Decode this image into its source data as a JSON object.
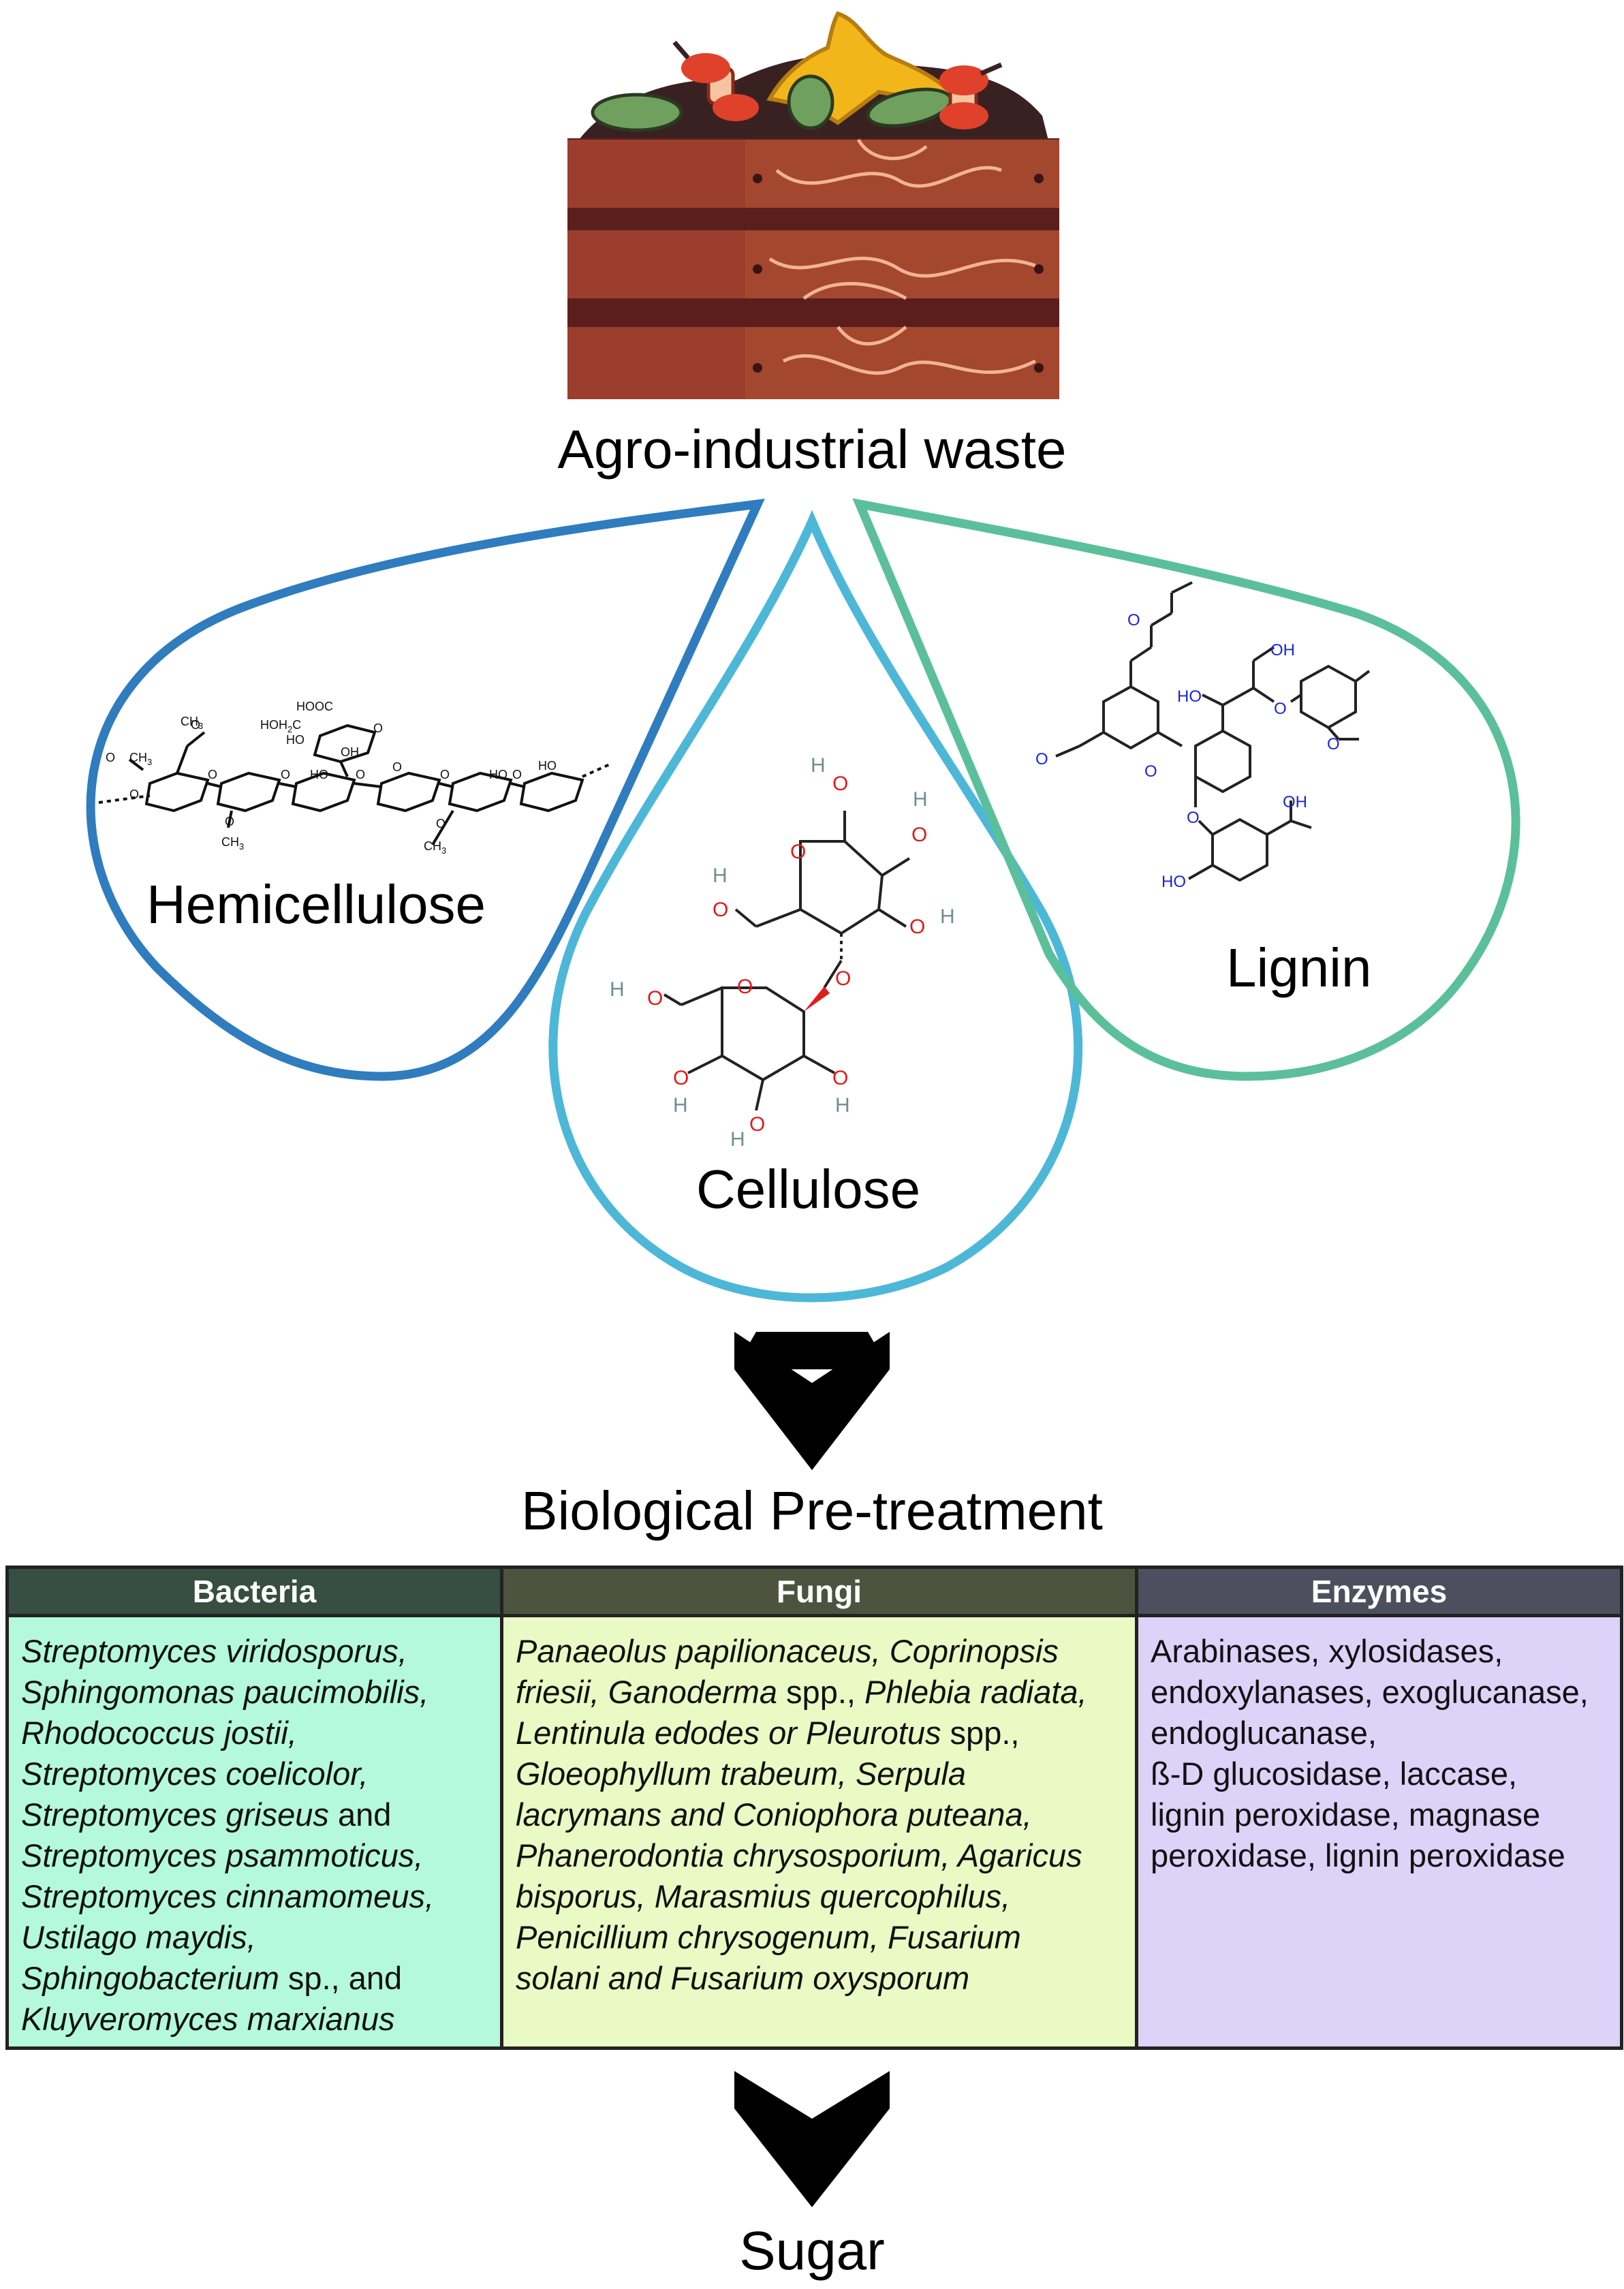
{
  "colors": {
    "hemicellulose_outline": "#2f7cbf",
    "cellulose_outline": "#4db7d8",
    "lignin_outline": "#5bbf9c",
    "bacteria_header": "#374e42",
    "fungi_header": "#4e5340",
    "enzymes_header": "#4e4f5e",
    "bacteria_cell": "#b4f9dc",
    "fungi_cell": "#eafac4",
    "enzymes_cell": "#dcd3f9"
  },
  "diagram": {
    "source_label": "Agro-industrial waste",
    "components": {
      "hemicellulose": "Hemicellulose",
      "cellulose": "Cellulose",
      "lignin": "Lignin"
    },
    "pretreatment_label": "Biological Pre-treatment",
    "product_label": "Sugar"
  },
  "molecules": {
    "hemicellulose_atoms": {
      "acetyl": "CH",
      "sub3": "3",
      "hooc": "HOOC",
      "hoh2c": "HOH",
      "sub2": "2",
      "carbon": "C",
      "oh": "OH",
      "ho": "HO",
      "o": "O"
    },
    "cellulose_atoms": {
      "h": "H",
      "o": "O"
    },
    "lignin_atoms": {
      "o": "O",
      "oh": "OH",
      "ho": "HO"
    }
  },
  "table": {
    "headers": {
      "bacteria": "Bacteria",
      "fungi": "Fungi",
      "enzymes": "Enzymes"
    },
    "bacteria_lines": [
      [
        {
          "t": "Streptomyces viridosporus,",
          "i": true
        }
      ],
      [
        {
          "t": "Sphingomonas paucimobilis,",
          "i": true
        }
      ],
      [
        {
          "t": "Rhodococcus jostii,",
          "i": true
        }
      ],
      [
        {
          "t": "Streptomyces coelicolor,",
          "i": true
        }
      ],
      [
        {
          "t": "Streptomyces griseus",
          "i": true
        },
        {
          "t": " and",
          "i": false
        }
      ],
      [
        {
          "t": "Streptomyces psammoticus,",
          "i": true
        }
      ],
      [
        {
          "t": "Streptomyces cinnamomeus,",
          "i": true
        }
      ],
      [
        {
          "t": "Ustilago maydis,",
          "i": true
        }
      ],
      [
        {
          "t": "Sphingobacterium",
          "i": true
        },
        {
          "t": " sp., and",
          "i": false
        }
      ],
      [
        {
          "t": "Kluyveromyces marxianus",
          "i": true
        }
      ]
    ],
    "fungi_lines": [
      [
        {
          "t": "Panaeolus papilionaceus, Coprinopsis",
          "i": true
        }
      ],
      [
        {
          "t": "friesii, Ganoderma",
          "i": true
        },
        {
          "t": " spp., ",
          "i": false
        },
        {
          "t": "Phlebia radiata,",
          "i": true
        }
      ],
      [
        {
          "t": "Lentinula edodes or Pleurotus",
          "i": true
        },
        {
          "t": " spp.,",
          "i": false
        }
      ],
      [
        {
          "t": "Gloeophyllum trabeum, Serpula",
          "i": true
        }
      ],
      [
        {
          "t": "lacrymans and Coniophora puteana,",
          "i": true
        }
      ],
      [
        {
          "t": "Phanerodontia chrysosporium, Agaricus",
          "i": true
        }
      ],
      [
        {
          "t": "bisporus, Marasmius quercophilus,",
          "i": true
        }
      ],
      [
        {
          "t": "Penicillium chrysogenum, Fusarium",
          "i": true
        }
      ],
      [
        {
          "t": "solani and Fusarium oxysporum",
          "i": true
        }
      ]
    ],
    "enzymes_lines": [
      [
        {
          "t": "Arabinases, xylosidases,",
          "i": false
        }
      ],
      [
        {
          "t": "endoxylanases, exoglucanase,",
          "i": false
        }
      ],
      [
        {
          "t": "endoglucanase,",
          "i": false
        }
      ],
      [
        {
          "t": "ß-D glucosidase, laccase,",
          "i": false
        }
      ],
      [
        {
          "t": "lignin peroxidase, magnase",
          "i": false
        }
      ],
      [
        {
          "t": "peroxidase, lignin peroxidase",
          "i": false
        }
      ]
    ]
  }
}
